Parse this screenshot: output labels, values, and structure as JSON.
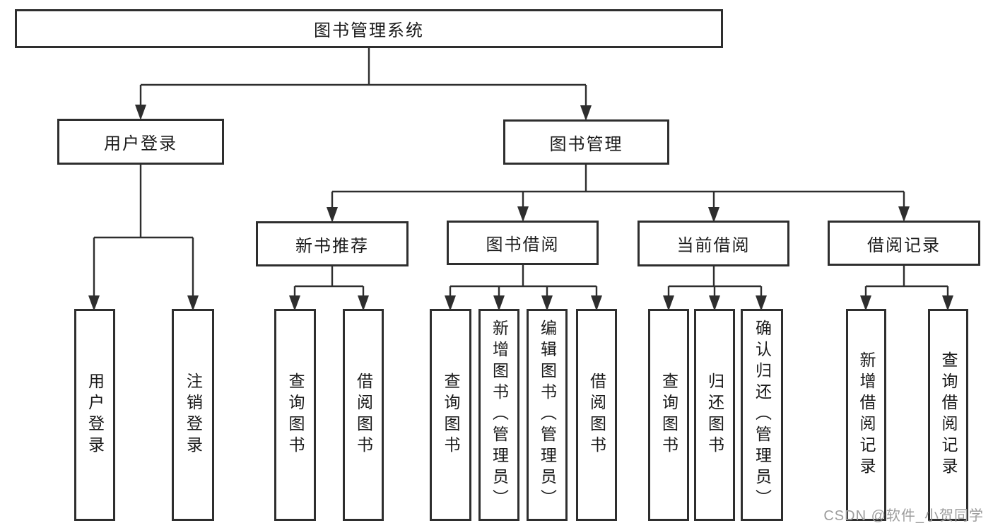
{
  "page": {
    "background_color": "#ffffff",
    "line_color": "#2e2e2e",
    "text_color": "#1a1a1a",
    "watermark_color": "#9c9c9c"
  },
  "watermark": {
    "text": "CSDN @软件_小贺同学"
  },
  "nodes": {
    "root": {
      "label": "图书管理系统"
    },
    "user_login": {
      "label": "用户登录"
    },
    "book_management": {
      "label": "图书管理"
    },
    "new_book_recommend": {
      "label": "新书推荐"
    },
    "book_borrow": {
      "label": "图书借阅"
    },
    "current_borrow": {
      "label": "当前借阅"
    },
    "borrow_records": {
      "label": "借阅记录"
    },
    "leaf_user_login": {
      "label": "用户登录"
    },
    "leaf_logout": {
      "label": "注销登录"
    },
    "leaf_nb_query": {
      "label": "查询图书"
    },
    "leaf_nb_borrow": {
      "label": "借阅图书"
    },
    "leaf_bb_query": {
      "label": "查询图书"
    },
    "leaf_bb_add": {
      "label": "新增图书（管理员）"
    },
    "leaf_bb_edit": {
      "label": "编辑图书（管理员）"
    },
    "leaf_bb_borrow": {
      "label": "借阅图书"
    },
    "leaf_cb_query": {
      "label": "查询图书"
    },
    "leaf_cb_return": {
      "label": "归还图书"
    },
    "leaf_cb_confirm": {
      "label": "确认归还（管理员）"
    },
    "leaf_br_add": {
      "label": "新增借阅记录"
    },
    "leaf_br_query": {
      "label": "查询借阅记录"
    }
  }
}
